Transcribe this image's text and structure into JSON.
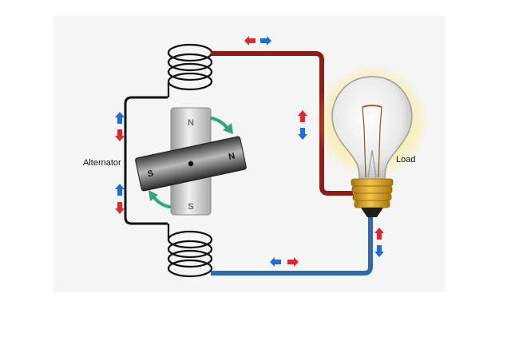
{
  "labels": {
    "alternator": "Alternator",
    "load": "Load"
  },
  "poles": {
    "stator_top": "N",
    "stator_bottom": "S",
    "rotor_left": "S",
    "rotor_right": "N"
  },
  "colors": {
    "wire_top": "#8e1c17",
    "wire_bottom": "#2f6aac",
    "wire_left": "#111111",
    "arrow_red": "#e3262d",
    "arrow_blue": "#1b6fd6",
    "rotation_arrow": "#2aa879",
    "bulb_base": "#d9a21b",
    "glow": "#ffe34a"
  },
  "icons": {
    "arrow_pair": "red-blue-direction-arrows",
    "rotation": "curved-rotation-arrow"
  }
}
